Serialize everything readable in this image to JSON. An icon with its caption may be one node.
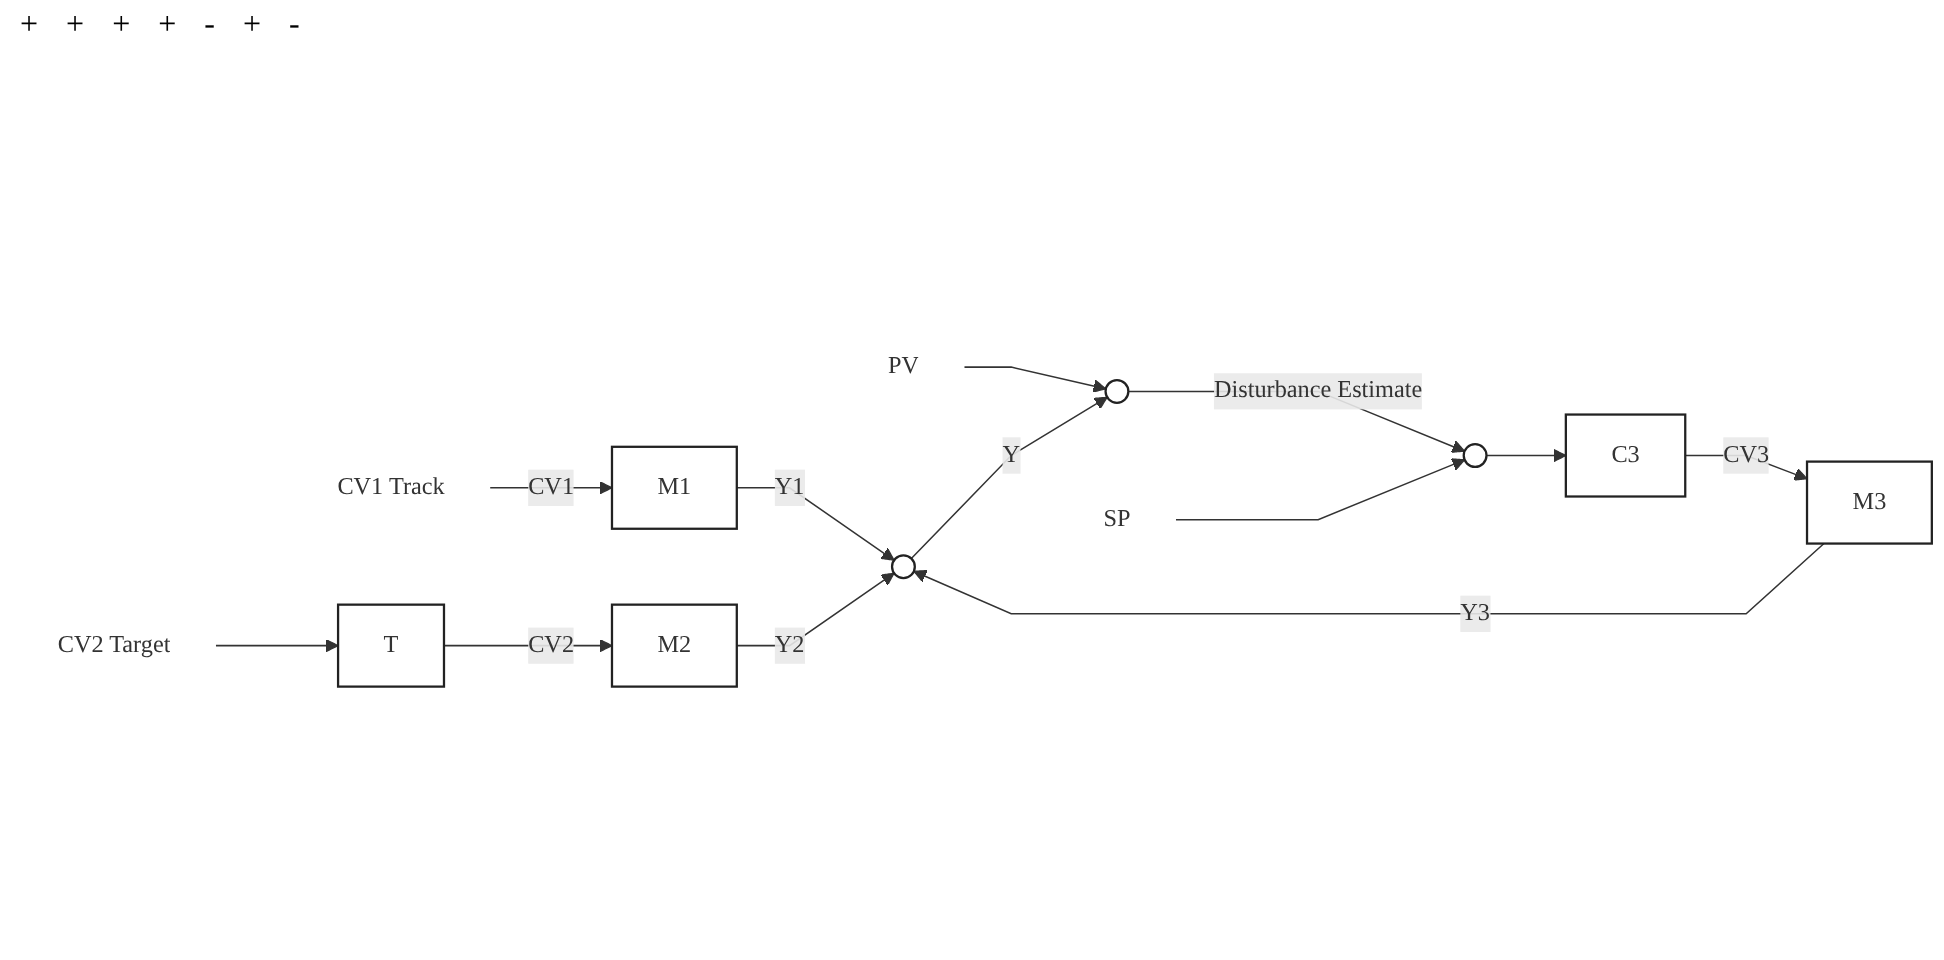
{
  "diagram": {
    "nodes": [
      {
        "text": [
          "CV1 Track"
        ]
      },
      {
        "text": [
          "M1"
        ]
      },
      {
        "text": [
          "PV"
        ]
      },
      {
        "text": [
          "CV2 Target"
        ]
      },
      {
        "text": [
          "T"
        ]
      },
      {
        "text": [
          "M2"
        ]
      },
      {
        "text": [],
        "shape": "circle"
      },
      {
        "text": [],
        "shape": "circle"
      },
      {
        "text": [
          "SP"
        ]
      },
      {
        "text": [],
        "shape": "circle"
      },
      {
        "text": [
          "C3"
        ]
      },
      {
        "text": [
          "M3"
        ]
      }
    ],
    "edges": [
      {
        "from": 0,
        "to": 1,
        "arrow": "to",
        "label": "CV1"
      },
      {
        "from": 3,
        "to": 4,
        "arrow": "to"
      },
      {
        "from": 4,
        "to": 5,
        "arrow": "to",
        "label": "CV2"
      },
      {
        "from": 1,
        "to": 6,
        "arrow": "to",
        "label": "Y1"
      },
      {
        "from": 5,
        "to": 6,
        "arrow": "to",
        "label": "Y2"
      },
      {
        "from": 11,
        "to": 6,
        "arrow": "to",
        "label": "Y3"
      },
      {
        "from": 6,
        "to": 7,
        "arrow": "to",
        "label": "Y"
      },
      {
        "from": 2,
        "to": 7,
        "arrow": "to"
      },
      {
        "from": 8,
        "to": 9,
        "arrow": "to"
      },
      {
        "from": 9,
        "to": 10,
        "arrow": "to"
      },
      {
        "from": 10,
        "to": 11,
        "arrow": "to",
        "label": "CV3"
      },
      {
        "from": 7,
        "to": 9,
        "arrow": "to",
        "label": "Disturbance Estimate"
      }
    ],
    "labels": [
      "+",
      "+",
      "+",
      "+",
      "-",
      "+",
      "-"
    ]
  }
}
